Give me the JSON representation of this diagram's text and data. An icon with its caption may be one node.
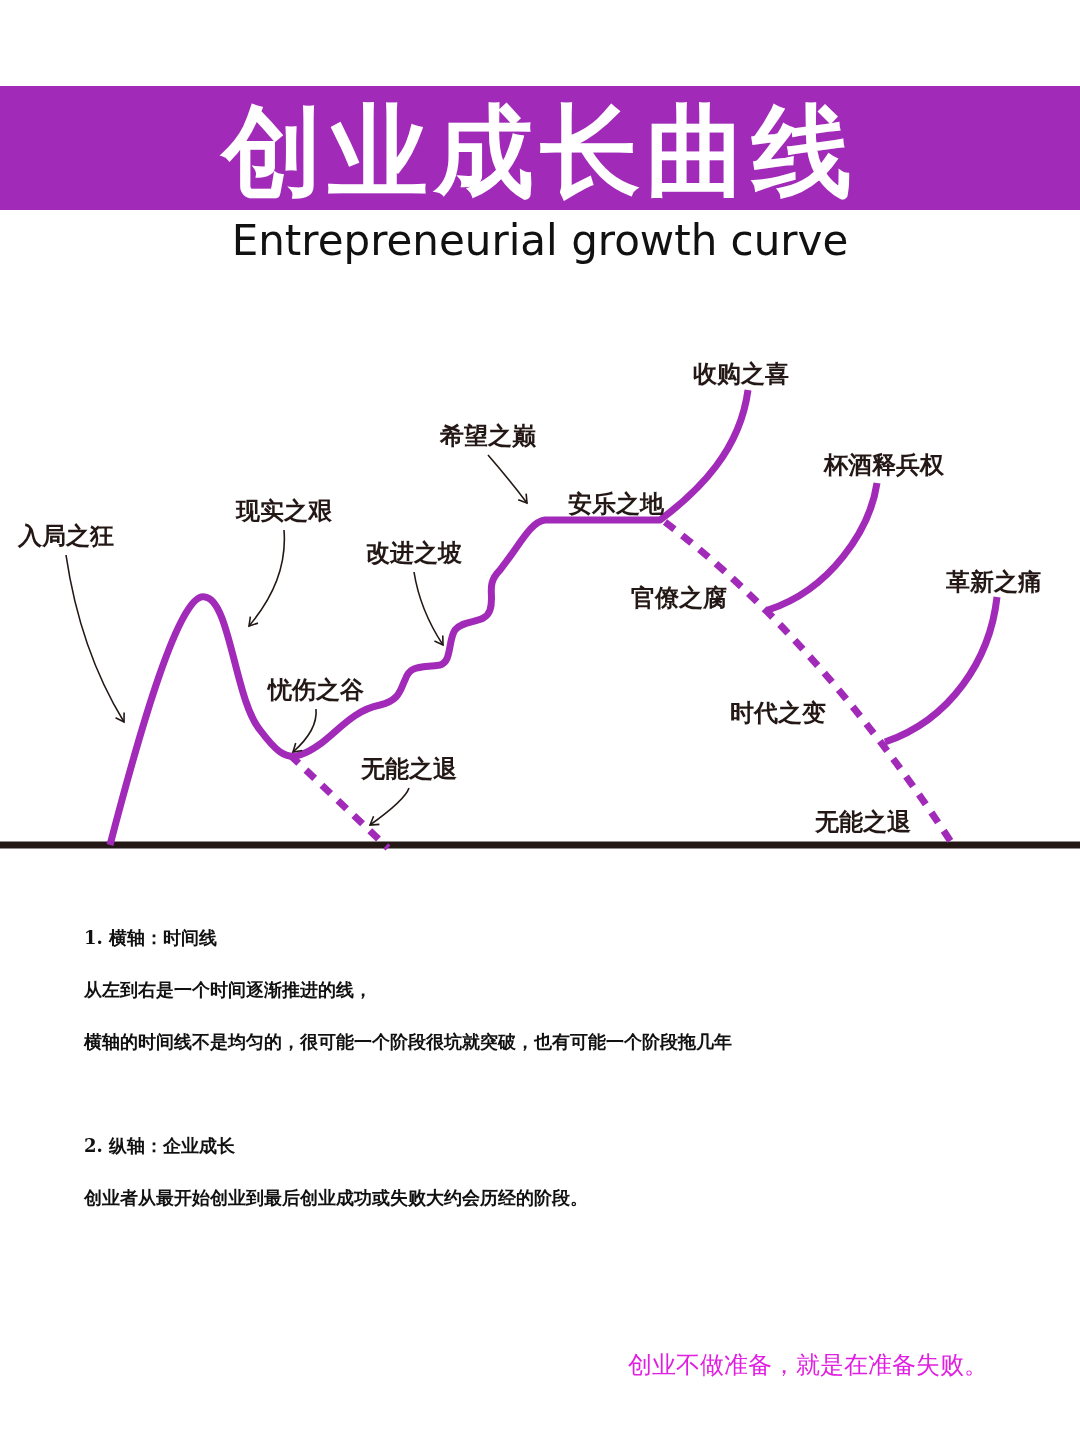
{
  "diagram": {
    "title": "创业成长曲线",
    "nodes": [
      {
        "text": [
          "入局之狂"
        ]
      },
      {
        "text": [
          "现实之艰"
        ]
      },
      {
        "text": [
          "忧伤之谷"
        ]
      },
      {
        "text": [
          "改进之坡"
        ]
      },
      {
        "text": [
          "希望之巅"
        ]
      },
      {
        "text": [
          "无能之退"
        ]
      }
    ],
    "edges": [
      {
        "from": 0,
        "to": null,
        "arrow": "to"
      },
      {
        "from": 1,
        "to": null,
        "arrow": "to"
      },
      {
        "from": 2,
        "to": null,
        "arrow": "to"
      },
      {
        "from": 3,
        "to": null,
        "arrow": "to"
      },
      {
        "from": 4,
        "to": null,
        "arrow": "to"
      },
      {
        "from": 5,
        "to": null,
        "arrow": "to"
      }
    ],
    "labels": [
      "Entrepreneurial growth curve",
      "安乐之地",
      "收购之喜",
      "杯酒释兵权",
      "官僚之腐",
      "时代之变",
      "革新之痛",
      "无能之退",
      "1. 横轴：时间线",
      "从左到右是一个时间逐渐推进的线，",
      "横轴的时间线不是均匀的，很可能一个阶段很坑就突破，也有可能一个阶段拖几年",
      "2. 纵轴：企业成长",
      "创业者从最开始创业到最后创业成功或失败大约会历经的阶段。",
      "创业不做准备，就是在准备失败。"
    ]
  }
}
